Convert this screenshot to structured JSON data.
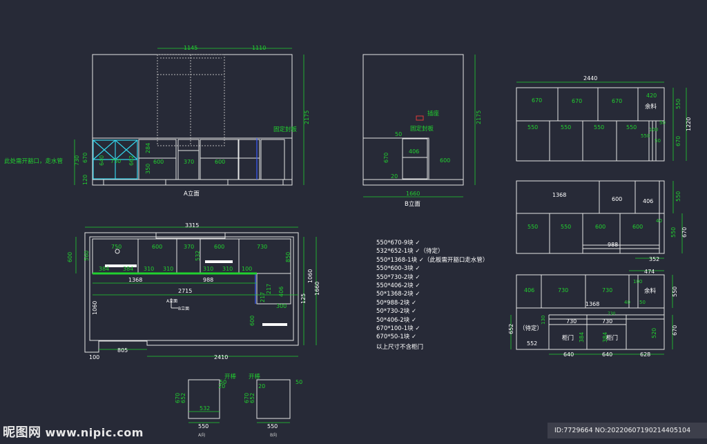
{
  "colors": {
    "background": "#272a37",
    "line": "#e6e6e6",
    "dim": "#21d12f",
    "accent_red": "#e23a3a",
    "accent_cyan": "#34d3e8",
    "accent_blue": "#3a5cff",
    "accent_yellow": "#e6d23a"
  },
  "elevation_a": {
    "title": "A立面",
    "dims": [
      "1145",
      "1110",
      "2175",
      "730",
      "670",
      "120",
      "640",
      "662",
      "750",
      "284",
      "350",
      "600",
      "370",
      "600"
    ],
    "note_left": "此处需开豁口，走水管",
    "note_panel": "固定封板"
  },
  "elevation_b": {
    "title": "B立面",
    "dims": [
      "2175",
      "1660",
      "670",
      "406",
      "600",
      "50",
      "20"
    ],
    "note_socket": "插座",
    "note_panel": "固定封板"
  },
  "plan": {
    "dims": [
      "3315",
      "600",
      "560",
      "750",
      "600",
      "370",
      "600",
      "730",
      "384",
      "384",
      "310",
      "310",
      "310",
      "310",
      "532",
      "850",
      "1368",
      "988",
      "100",
      "2715",
      "217",
      "217",
      "406",
      "1060",
      "1060",
      "1660",
      "125",
      "600",
      "805",
      "2410",
      "100",
      "300"
    ],
    "label_a": "A立面",
    "label_b": "B立面"
  },
  "details": [
    {
      "label": "A向",
      "dims": [
        "670",
        "652",
        "532",
        "550",
        "20",
        "50"
      ],
      "note": "开棒"
    },
    {
      "label": "B向",
      "dims": [
        "670",
        "652",
        "550",
        "20",
        "50"
      ],
      "note": "开棒"
    }
  ],
  "panels": {
    "p1": {
      "dims": [
        "2440",
        "670",
        "670",
        "670",
        "420",
        "550",
        "550",
        "550",
        "550",
        "550",
        "100",
        "50",
        "50",
        "550",
        "1220",
        "670"
      ],
      "note": "余料"
    },
    "p2": {
      "dims": [
        "1368",
        "600",
        "406",
        "550",
        "550",
        "550",
        "600",
        "600",
        "988",
        "40",
        "352",
        "550",
        "670"
      ]
    },
    "p3": {
      "dims": [
        "474",
        "406",
        "730",
        "730",
        "1368",
        "730",
        "730",
        "730",
        "100",
        "50",
        "40",
        "552",
        "130",
        "640",
        "640",
        "628",
        "652",
        "384",
        "384",
        "520",
        "670",
        "550"
      ],
      "note_leftover": "余料",
      "note_tbd": "（待定）",
      "door1": "柜门",
      "door2": "柜门"
    }
  },
  "cut_list": [
    "550*670-9块 ✓",
    "532*652-1块 ✓（待定）",
    "550*1368-1块 ✓（此板需开豁口走水管）",
    "550*600-3块 ✓",
    "550*730-2块 ✓",
    "550*406-2块 ✓",
    "50*1368-2块 ✓",
    "50*988-2块 ✓",
    "50*730-2块 ✓",
    "50*406-2块 ✓",
    "670*100-1块 ✓",
    "670*50-1块 ✓"
  ],
  "cut_list_note": "以上尺寸不含柜门",
  "watermark": {
    "logo": "昵图网",
    "site": "www.nipic.com"
  },
  "id_bar": "ID:7729664 NO:20220607190214405104"
}
